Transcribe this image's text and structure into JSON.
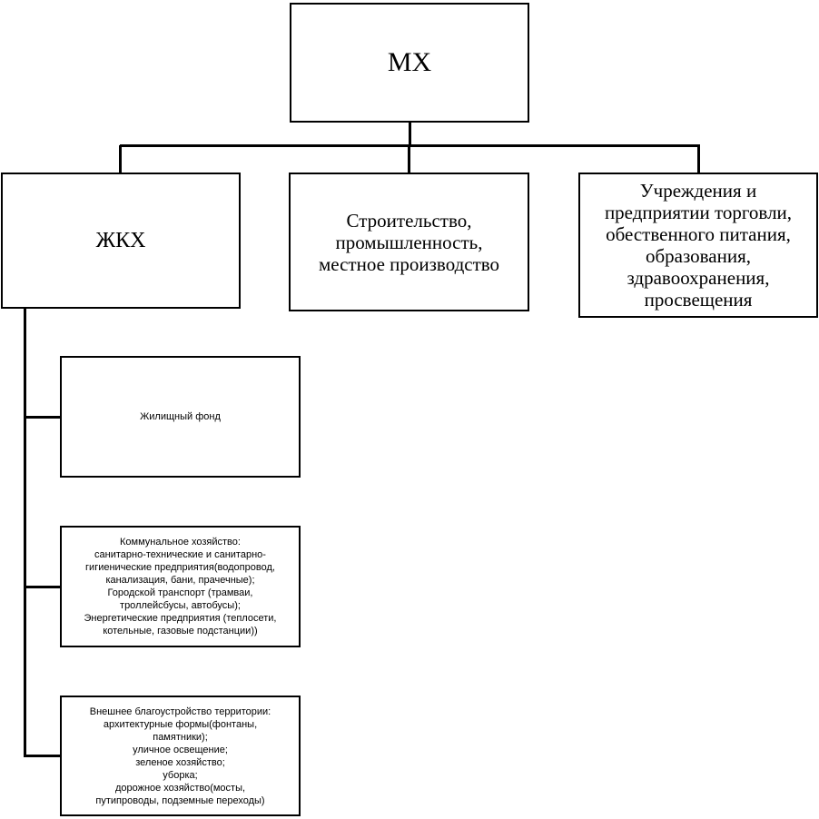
{
  "root": {
    "label": "МХ"
  },
  "branches": [
    {
      "id": "zhkh",
      "label": "ЖКХ"
    },
    {
      "id": "construction",
      "label": "Строительство,\nпромышленность,\nместное  производство"
    },
    {
      "id": "institutions",
      "label": "Учреждения и\nпредприятии торговли,\nобественного питания,\nобразования,\nздравоохранения,\nпросвещения"
    }
  ],
  "zhkh_children": [
    {
      "id": "housing",
      "label": "Жилищный фонд"
    },
    {
      "id": "communal",
      "label": "Коммунальное хозяйство:\nсанитарно-технические и санитарно-\nгигиенические предприятия(водопровод,\nканализация, бани, прачечные);\nГородской транспорт (трамваи,\nтроллейсбусы, автобусы);\nЭнергетические предприятия (теплосети,\nкотельные, газовые подстанции))"
    },
    {
      "id": "landscaping",
      "label": "Внешнее благоустройство территории:\nархитектурные формы(фонтаны,\nпамятники);\nуличное освещение;\nзеленое хозяйство;\nуборка;\nдорожное хозяйство(мосты,\nпутипроводы, подземные переходы)"
    }
  ]
}
